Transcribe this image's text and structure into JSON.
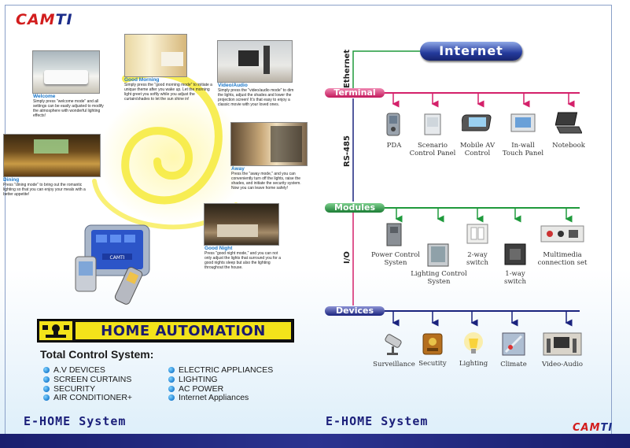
{
  "logo": {
    "text_a": "CAM",
    "text_b": "TI"
  },
  "scenes": {
    "welcome": {
      "title": "Welcome",
      "text": "Simply press \"welcome mode\" and all settings can be easily adjusted to modify the atmosphere with wonderful lighting effects!"
    },
    "good_morning": {
      "title": "Good Morning",
      "text": "Simply press the \"good morning mode\" to initiate a unique theme after you wake up. Let the morning light greet you softly while you adjust the curtain/shades to let the sun shine in!"
    },
    "video_audio": {
      "title": "Video/Audio",
      "text": "Simply press the \"video/audio mode\" to dim the lights, adjust the shades and lower the projection screen! It's that easy to enjoy a classic movie with your loved ones."
    },
    "dining": {
      "title": "Dining",
      "text": "Press \"dining mode\" to bring out the romantic lighting so that you can enjoy your meals with a better appetite!"
    },
    "away": {
      "title": "Away",
      "text": "Press the \"away mode,\" and you can conveniently turn off the lights, raise the shades, and initiate the security system. Now you can leave home safely!"
    },
    "good_night": {
      "title": "Good Night",
      "text": "Press \"good night mode,\" and you can not only adjust the lights that surround you for a good nights sleep but also the lighting throughout the house."
    }
  },
  "banner": {
    "text": "HOME AUTOMATION"
  },
  "total_control": {
    "title": "Total Control System:",
    "left": [
      "A.V DEVICES",
      "SCREEN  CURTAINS",
      "SECURITY",
      "AIR CONDITIONER+"
    ],
    "right": [
      "ELECTRIC APPLIANCES",
      "LIGHTING",
      "AC POWER",
      "Internet Appliances"
    ]
  },
  "footer": {
    "left": "E-HOME  System",
    "right": "E-HOME  System"
  },
  "network": {
    "internet": "Internet",
    "ethernet": "Ethernet",
    "rs485": "RS-485",
    "io": "I/O",
    "terminal": "Terminal",
    "modules": "Modules",
    "devices": "Devices",
    "terminal_items": [
      {
        "l1": "PDA",
        "l2": ""
      },
      {
        "l1": "Scenario",
        "l2": "Control Panel"
      },
      {
        "l1": "Mobile AV",
        "l2": "Control"
      },
      {
        "l1": "In-wall",
        "l2": "Touch Panel"
      },
      {
        "l1": "Notebook",
        "l2": ""
      }
    ],
    "module_items": [
      {
        "l1": "Power Control",
        "l2": "Systen"
      },
      {
        "l1": "Lighting Control",
        "l2": "Systen"
      },
      {
        "l1": "2-way",
        "l2": "switch"
      },
      {
        "l1": "1-way",
        "l2": "switch"
      },
      {
        "l1": "Multimedia",
        "l2": "connection set"
      }
    ],
    "device_items": [
      "Surveillance",
      "Secutity",
      "Lighting",
      "Climate",
      "Video-Audio"
    ]
  },
  "colors": {
    "terminal": "#d4206a",
    "modules": "#1f9a3c",
    "devices": "#1a237e",
    "ethernet": "#1f9a3c",
    "banner_yellow": "#f3e31a"
  }
}
